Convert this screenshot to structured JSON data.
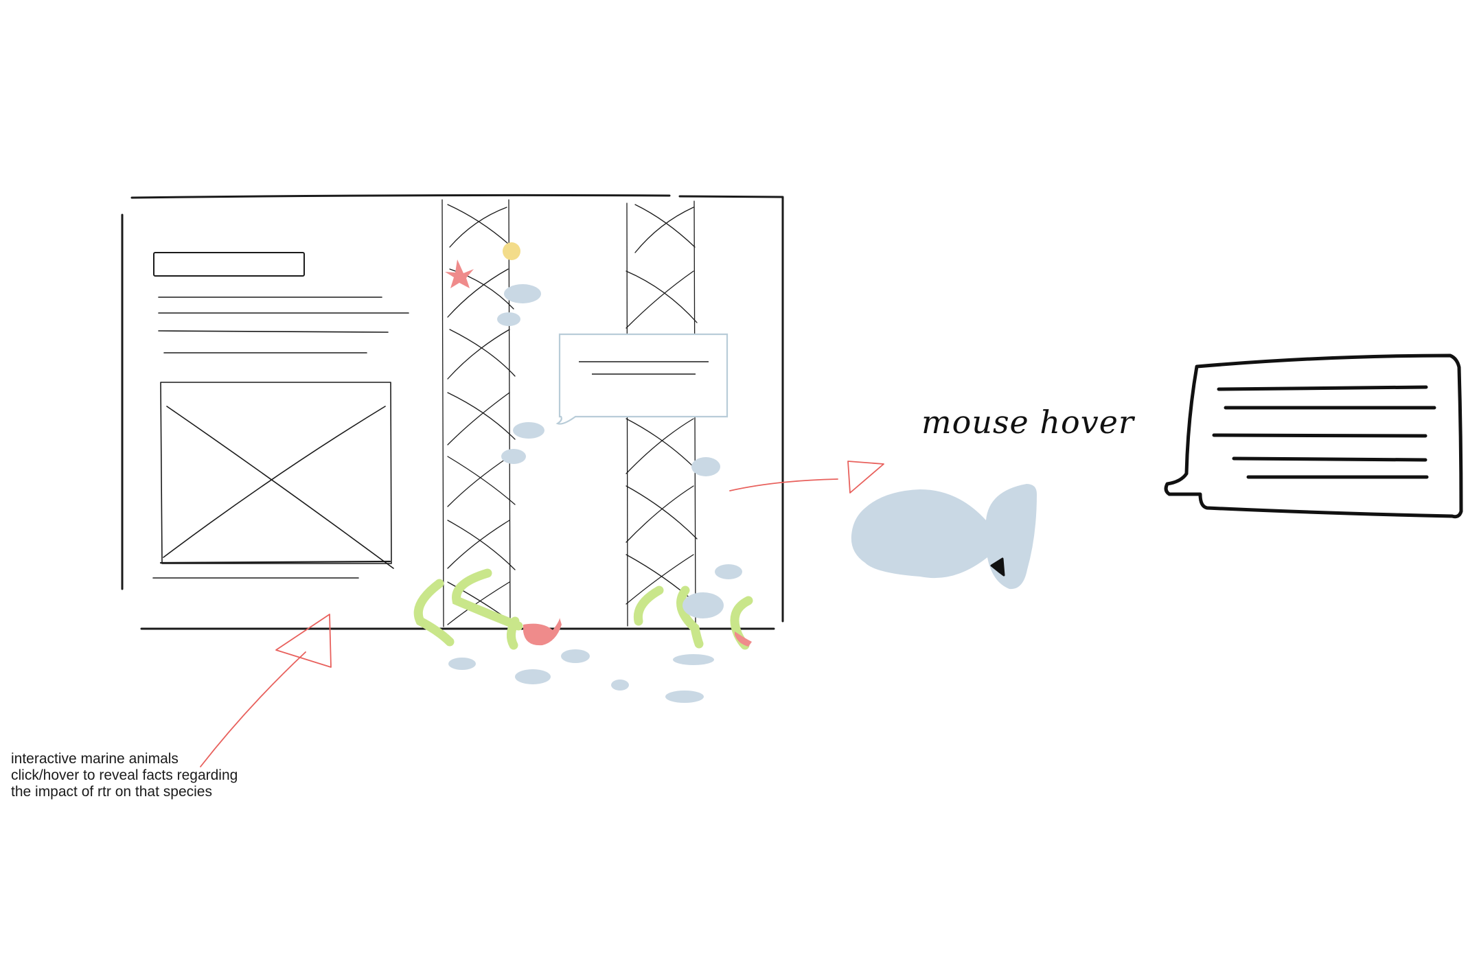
{
  "annotations": {
    "note_lines": [
      "interactive marine animals",
      "click/hover to reveal facts regarding",
      "the impact of rtr on that species"
    ],
    "hover_label": "mouse hover"
  },
  "colors": {
    "ink": "#1a1a1a",
    "arrow": "#e8605c",
    "animal": "#c9d8e4",
    "seaweed": "#c9e68a",
    "coral": "#ef8b8b",
    "sun": "#f3dc8a",
    "tooltip_border": "#b8ccd8"
  },
  "icons": [
    "image-placeholder-icon",
    "fish-icon",
    "cursor-arrow-icon",
    "speech-bubble-icon",
    "starfish-icon"
  ]
}
